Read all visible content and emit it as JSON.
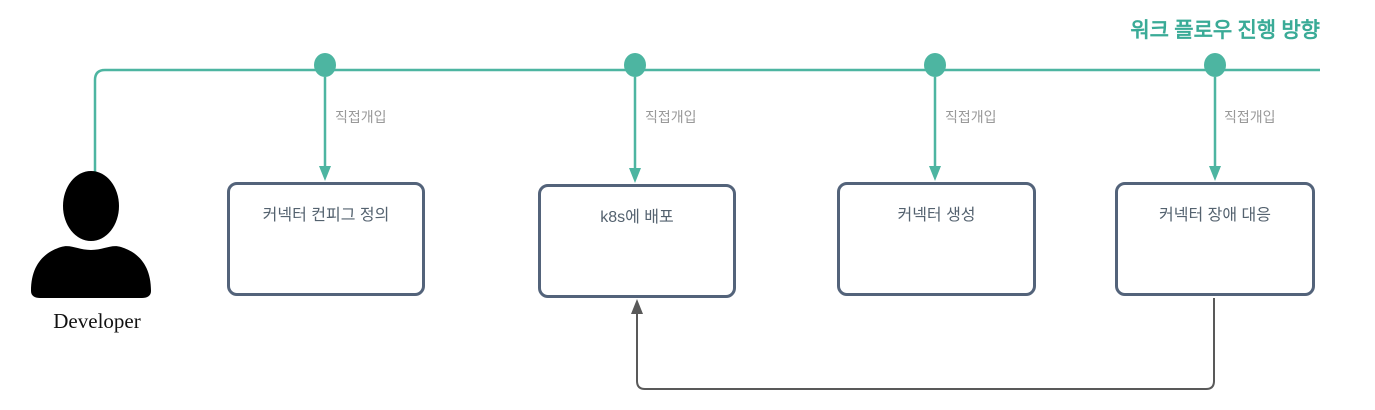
{
  "title": "워크 플로우 진행 방향",
  "actor": {
    "name": "Developer"
  },
  "intervention_label": "직접개입",
  "steps": [
    {
      "label": "커넥터 컨피그 정의"
    },
    {
      "label": "k8s에 배포"
    },
    {
      "label": "커넥터 생성"
    },
    {
      "label": "커넥터 장애 대응"
    }
  ],
  "feedback_arrow": {
    "from": "커넥터 장애 대응",
    "to": "k8s에 배포"
  },
  "colors": {
    "workflow_line": "#4db5a1",
    "title_text": "#3aab97",
    "box_border": "#53637a",
    "box_text": "#54626f",
    "intervention_text": "#999999",
    "feedback_arrow": "#595959",
    "actor_icon": "#000000"
  }
}
